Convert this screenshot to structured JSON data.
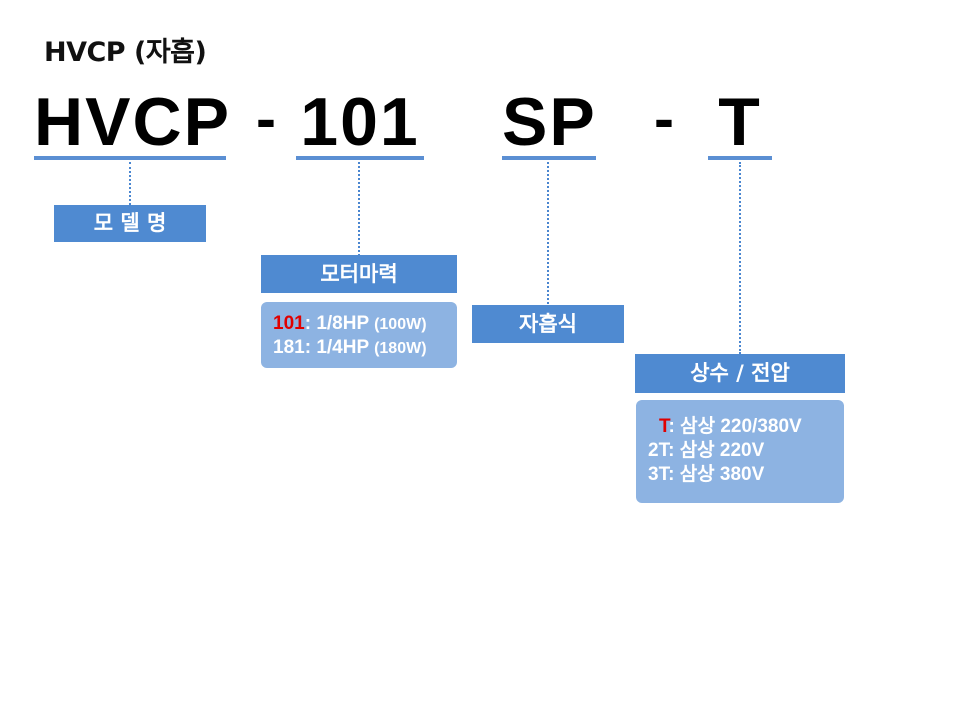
{
  "title": "HVCP (자흡)",
  "code": {
    "model": "HVCP",
    "dash1": "-",
    "power": "101",
    "suction": "SP",
    "dash2": "-",
    "voltage": "T"
  },
  "labels": {
    "model": "모 델 명",
    "motor": "모터마력",
    "suction": "자흡식",
    "voltage": "상수 / 전압"
  },
  "motor_options": [
    {
      "code": "101",
      "sep": ": ",
      "desc": "1/8HP ",
      "watt": "(100W)"
    },
    {
      "code": "181",
      "sep": ": ",
      "desc": "1/4HP ",
      "watt": "(180W)"
    }
  ],
  "voltage_options": [
    {
      "code": "T",
      "sep": ": ",
      "desc": "삼상 220/380V"
    },
    {
      "code": "2T",
      "sep": ": ",
      "desc": "삼상 220V"
    },
    {
      "code": "3T",
      "sep": ": ",
      "desc": "삼상 380V"
    }
  ],
  "colors": {
    "accent": "#4f8ad1",
    "option_box": "#8db3e2",
    "highlight": "#e00000"
  }
}
